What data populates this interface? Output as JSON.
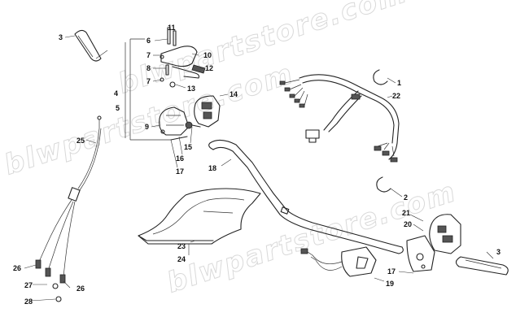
{
  "watermark": "blwpartstore.com",
  "callouts": {
    "c1": "1",
    "c2": "2",
    "c3a": "3",
    "c3b": "3",
    "c4": "4",
    "c5": "5",
    "c6": "6",
    "c7a": "7",
    "c7b": "7",
    "c8": "8",
    "c9": "9",
    "c10": "10",
    "c11": "11",
    "c12": "12",
    "c13": "13",
    "c14": "14",
    "c15": "15",
    "c16": "16",
    "c17a": "17",
    "c17b": "17",
    "c18": "18",
    "c19": "19",
    "c20": "20",
    "c21": "21",
    "c22": "22",
    "c23": "23",
    "c24": "24",
    "c25": "25",
    "c26a": "26",
    "c26b": "26",
    "c27": "27",
    "c28": "28"
  },
  "icons": {
    "handlebar": "handlebar-icon",
    "grip": "grip-icon",
    "switch": "switch-housing-icon",
    "harness": "wiring-harness-icon",
    "pad": "handlebar-pad-icon",
    "cable": "throttle-cable-icon"
  }
}
